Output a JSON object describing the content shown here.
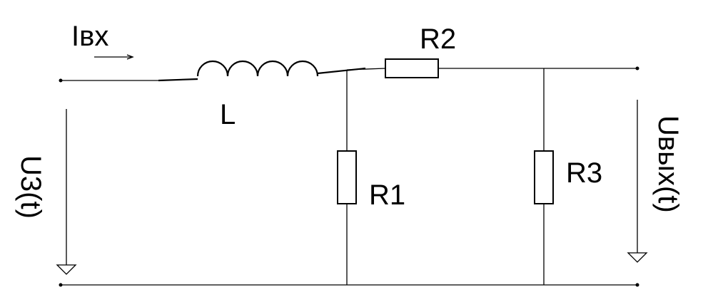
{
  "labels": {
    "input_current": "Iвх",
    "inductor": "L",
    "r1": "R1",
    "r2": "R2",
    "r3": "R3",
    "input_voltage": "U3(t)",
    "output_voltage": "Uвых(t)"
  }
}
